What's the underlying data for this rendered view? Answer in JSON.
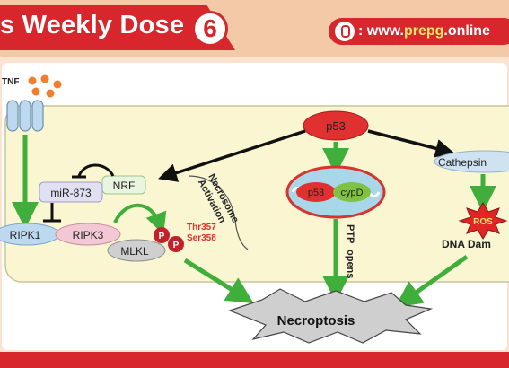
{
  "banner": {
    "title": "s Weekly Dose",
    "badge_number": "6",
    "url_label": "www.",
    "url_highlight": "prepg",
    "url_suffix": ".online",
    "url_prefix": ":",
    "icon": "mouse-icon",
    "colors": {
      "red": "#d7262c",
      "peach": "#fde3cf",
      "highlight": "#ffe36a"
    }
  },
  "diagram": {
    "tnf": "TNF",
    "p53_top": "p53",
    "nrf": "NRF",
    "mir": "miR-873",
    "ripk1": "RIPK1",
    "ripk3": "RIPK3",
    "mlkl": "MLKL",
    "p_label": "P",
    "thr": "Thr357",
    "ser": "Ser358",
    "necrosome_line1": "Necrosome",
    "necrosome_line2": "Activation",
    "p53_mito": "p53",
    "cypd": "cypD",
    "ptp": "PTP",
    "opens": "opens",
    "cathepsin": "Cathepsin",
    "ros": "ROS",
    "dna": "DNA Dam",
    "necroptosis": "Necroptosis",
    "colors": {
      "membrane": "#fbf6d2",
      "arrow_green": "#3fae3a",
      "p53_red": "#e03030",
      "ripk_pink": "#f3c8d4",
      "ripk1_blue": "#bcd9ef",
      "cathepsin_blue": "#cfe2f2",
      "mito_green": "#a9d6e9",
      "tnf_dot": "#f07e2a"
    }
  }
}
